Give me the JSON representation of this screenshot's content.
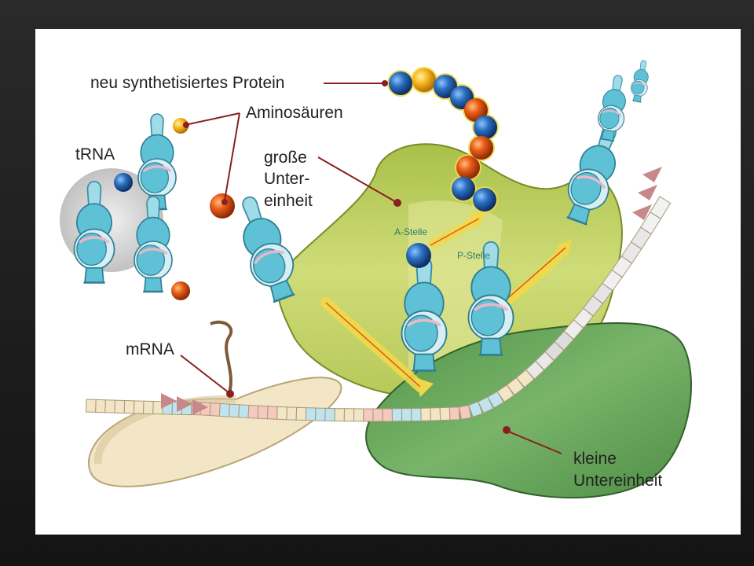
{
  "labels": {
    "protein": "neu synthetisiertes Protein",
    "aminoacids": "Aminosäuren",
    "trna": "tRNA",
    "large_subunit": [
      "große",
      "Unter-",
      "einheit"
    ],
    "a_site": "A-Stelle",
    "p_site": "P-Stelle",
    "mrna": "mRNA",
    "small_subunit": [
      "kleine",
      "Untereinheit"
    ]
  },
  "icons": {
    "ribosome": "ribosome-illustration",
    "trna": "trna-molecule",
    "aminoacid": "amino-acid-bead"
  },
  "colors": {
    "large_subunit": "#c8d76a",
    "small_subunit": "#6aa95a",
    "trna": "#5ec1d6",
    "mrna": "#f2e3c0",
    "protein_blue": "#1f5fa8",
    "protein_orange": "#e2561a",
    "leader": "#8a1f1f",
    "arrow": "#f1d84a"
  }
}
